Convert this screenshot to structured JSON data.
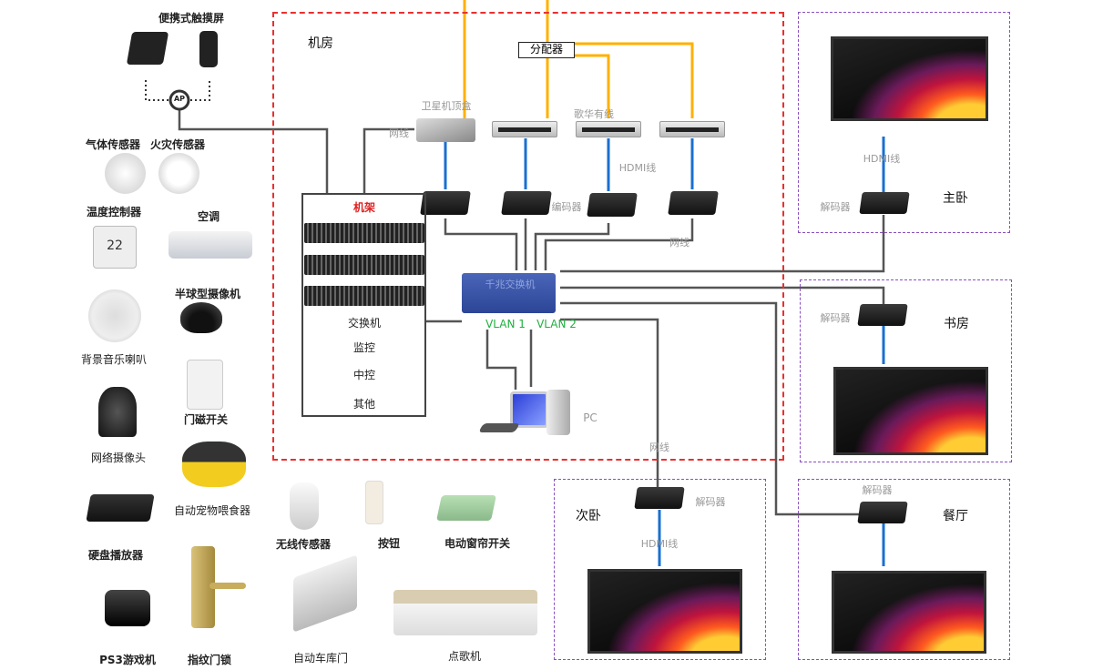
{
  "mobile": {
    "title": "便携式触摸屏",
    "ap": "AP"
  },
  "devices": {
    "gas": "气体传感器",
    "fire": "火灾传感器",
    "thermo": "温度控制器",
    "aircon": "空调",
    "dome_cam": "半球型摄像机",
    "speaker": "背景音乐喇叭",
    "door_sensor": "门磁开关",
    "ip_cam": "网络摄像头",
    "pet_feeder": "自动宠物喂食器",
    "hdd_player": "硬盘播放器",
    "wireless_sensor": "无线传感器",
    "button": "按钮",
    "curtain": "电动窗帘开关",
    "ps3": "PS3游戏机",
    "fp_lock": "指纹门锁",
    "garage": "自动车库门",
    "karaoke": "点歌机",
    "thermo_display": "22"
  },
  "machine_room": {
    "title": "机房",
    "splitter": "分配器",
    "satellite": "卫星机顶盒",
    "cable": "歌华有线",
    "hdmi": "HDMI线",
    "encoder": "编码器",
    "net1": "网线",
    "net2": "网线",
    "switch": "千兆交换机",
    "vlan1": "VLAN 1",
    "vlan2": "VLAN 2",
    "pc": "PC",
    "rack": {
      "title": "机架",
      "items": [
        "交换机",
        "监控",
        "中控",
        "其他"
      ]
    }
  },
  "rooms": {
    "master": {
      "name": "主卧",
      "decoder": "解码器",
      "hdmi": "HDMI线"
    },
    "study": {
      "name": "书房",
      "decoder": "解码器"
    },
    "second": {
      "name": "次卧",
      "decoder": "解码器",
      "hdmi": "HDMI线",
      "net": "网线"
    },
    "dining": {
      "name": "餐厅",
      "decoder": "解码器"
    }
  },
  "colors": {
    "machine_room_border": "#e83030",
    "room_border": "#8a4fc0",
    "coax": "#ffb000",
    "hdmi": "#1a6fd0",
    "network": "#555555",
    "vlan": "#20b040",
    "rack_title": "#e02020"
  }
}
